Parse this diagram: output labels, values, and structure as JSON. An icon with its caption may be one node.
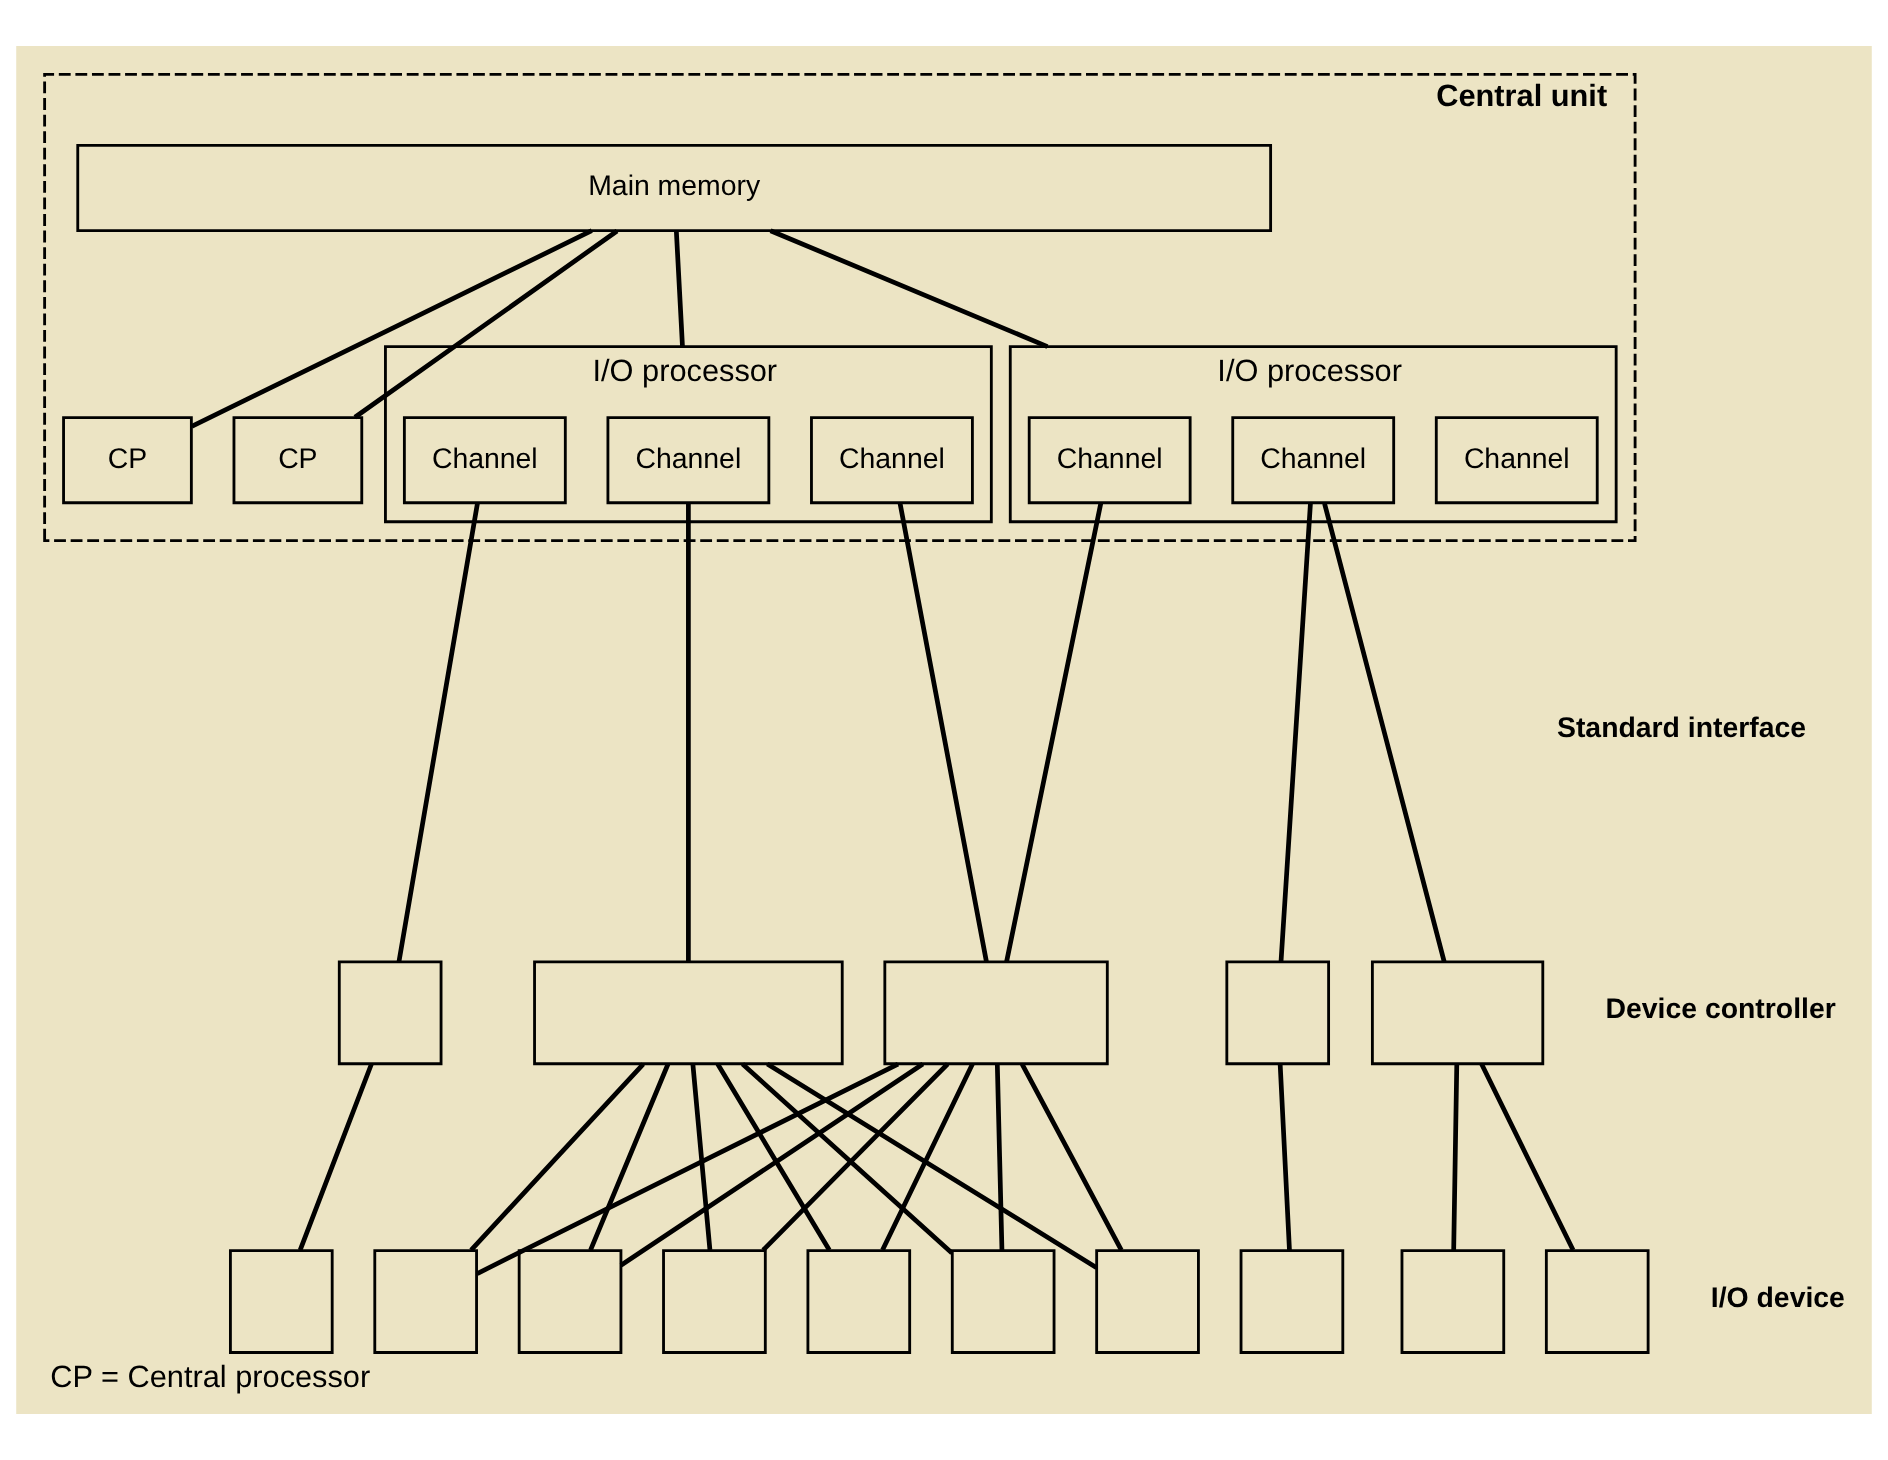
{
  "diagram": {
    "caption": "CP = Central processor",
    "nodes": [
      {
        "text": [
          "Central unit"
        ]
      },
      {
        "text": [
          "Main memory"
        ],
        "in": 0
      },
      {
        "text": [
          "CP"
        ],
        "in": 0
      },
      {
        "text": [
          "CP"
        ],
        "in": 0
      },
      {
        "text": [
          "I/O processor"
        ],
        "in": 0
      },
      {
        "text": [
          "Channel"
        ],
        "in": 4
      },
      {
        "text": [
          "Channel"
        ],
        "in": 4
      },
      {
        "text": [
          "Channel"
        ],
        "in": 4
      },
      {
        "text": [
          "I/O processor"
        ],
        "in": 0
      },
      {
        "text": [
          "Channel"
        ],
        "in": 8
      },
      {
        "text": [
          "Channel"
        ],
        "in": 8
      },
      {
        "text": [
          "Channel"
        ],
        "in": 8
      },
      {
        "text": [],
        "shape": "box"
      },
      {
        "text": [],
        "shape": "box"
      },
      {
        "text": [],
        "shape": "box"
      },
      {
        "text": [],
        "shape": "box"
      },
      {
        "text": [],
        "shape": "box"
      },
      {
        "text": [],
        "shape": "box"
      },
      {
        "text": [],
        "shape": "box"
      },
      {
        "text": [],
        "shape": "box"
      },
      {
        "text": [],
        "shape": "box"
      },
      {
        "text": [],
        "shape": "box"
      },
      {
        "text": [],
        "shape": "box"
      },
      {
        "text": [],
        "shape": "box"
      },
      {
        "text": [],
        "shape": "box"
      },
      {
        "text": [],
        "shape": "box"
      },
      {
        "text": [],
        "shape": "box"
      }
    ],
    "edges": [
      {
        "from": 1,
        "to": 2,
        "arrow": "none"
      },
      {
        "from": 1,
        "to": 3,
        "arrow": "none"
      },
      {
        "from": 1,
        "to": 4,
        "arrow": "none"
      },
      {
        "from": 1,
        "to": 8,
        "arrow": "none"
      },
      {
        "from": 5,
        "to": 12,
        "arrow": "none"
      },
      {
        "from": 6,
        "to": 13,
        "arrow": "none"
      },
      {
        "from": 7,
        "to": 14,
        "arrow": "none"
      },
      {
        "from": 9,
        "to": 14,
        "arrow": "none"
      },
      {
        "from": 10,
        "to": 15,
        "arrow": "none"
      },
      {
        "from": 10,
        "to": 16,
        "arrow": "none"
      },
      {
        "from": 12,
        "to": 17,
        "arrow": "none"
      },
      {
        "from": 13,
        "to": 18,
        "arrow": "none"
      },
      {
        "from": 13,
        "to": 19,
        "arrow": "none"
      },
      {
        "from": 13,
        "to": 20,
        "arrow": "none"
      },
      {
        "from": 13,
        "to": 21,
        "arrow": "none"
      },
      {
        "from": 13,
        "to": 22,
        "arrow": "none"
      },
      {
        "from": 13,
        "to": 23,
        "arrow": "none"
      },
      {
        "from": 14,
        "to": 18,
        "arrow": "none"
      },
      {
        "from": 14,
        "to": 19,
        "arrow": "none"
      },
      {
        "from": 14,
        "to": 20,
        "arrow": "none"
      },
      {
        "from": 14,
        "to": 21,
        "arrow": "none"
      },
      {
        "from": 14,
        "to": 22,
        "arrow": "none"
      },
      {
        "from": 14,
        "to": 23,
        "arrow": "none"
      },
      {
        "from": 15,
        "to": 24,
        "arrow": "none"
      },
      {
        "from": 16,
        "to": 25,
        "arrow": "none"
      },
      {
        "from": 16,
        "to": 26,
        "arrow": "none"
      }
    ],
    "labels": [
      "Standard interface",
      "Device controller",
      "I/O device"
    ]
  }
}
